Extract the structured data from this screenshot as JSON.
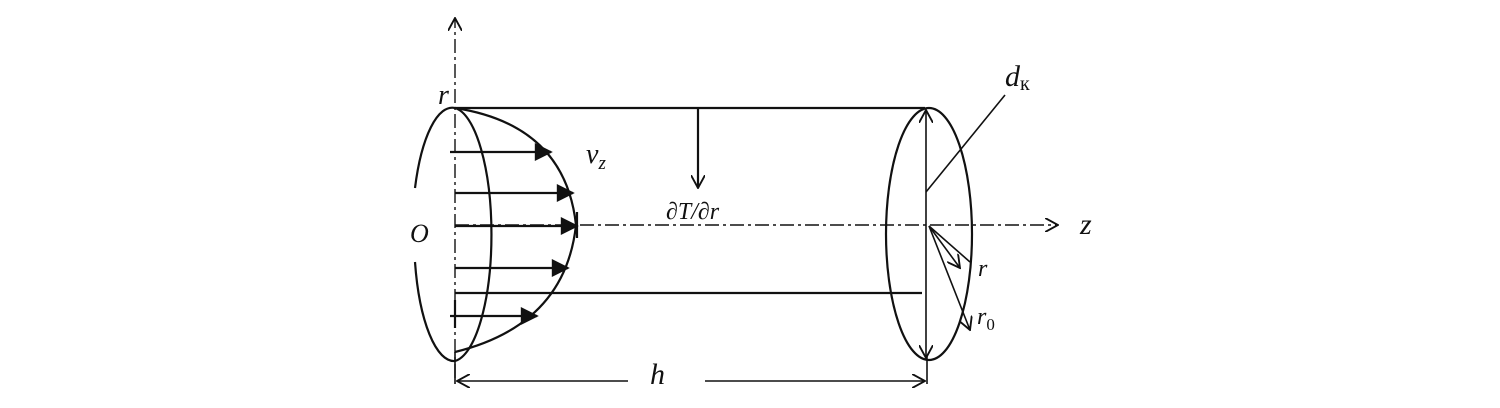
{
  "labels": {
    "r_axis": "r",
    "origin": "O",
    "velocity": "v",
    "velocity_sub": "z",
    "gradient": "∂T/∂r",
    "z_axis": "z",
    "diameter": "d",
    "diameter_sub": "к",
    "radius": "r",
    "outer_radius": "r",
    "outer_radius_sub": "0",
    "length": "h"
  },
  "colors": {
    "stroke": "#111111",
    "background": "#ffffff"
  }
}
